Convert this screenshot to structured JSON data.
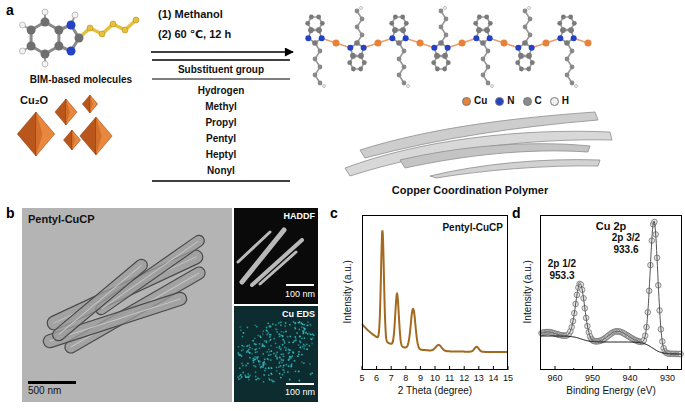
{
  "diagram": {
    "nodes": [
      {
        "text": [
          "BIM-based molecules"
        ]
      },
      {
        "text": [
          "Cu₂O"
        ]
      },
      {
        "text": [
          "Copper Coordination Polymer"
        ]
      },
      {
        "text": [
          "Pentyl-CuCP",
          "500 nm"
        ]
      },
      {
        "text": [
          "HADDF",
          "100 nm"
        ]
      },
      {
        "text": [
          "Cu EDS",
          "100 nm"
        ]
      },
      {
        "text": [
          "Pentyl-CuCP"
        ]
      },
      {
        "text": [
          "Cu 2p"
        ]
      }
    ],
    "edges": [
      {
        "from": 0,
        "to": 2,
        "arrow": "to"
      }
    ],
    "labels": [
      "a",
      "(1) Methanol",
      "(2) 60 ℃, 12 h",
      "Substituent group",
      "Hydrogen",
      "Methyl",
      "Propyl",
      "Pentyl",
      "Heptyl",
      "Nonyl",
      "b",
      "c",
      "Intensity (a.u.)",
      "5",
      "6",
      "7",
      "8",
      "9",
      "10",
      "11",
      "12",
      "13",
      "14",
      "15",
      "2 Theta (degree)",
      "d",
      "Intensity (a.u.)",
      "960",
      "950",
      "940",
      "930",
      "Binding Energy (eV)",
      "2p 1/2",
      "953.3",
      "2p 3/2",
      "933.6"
    ],
    "legend": [
      {
        "text": "Cu",
        "color": "#e8823a"
      },
      {
        "text": "N",
        "color": "#2442c8"
      },
      {
        "text": "C",
        "color": "#8a8a8a"
      },
      {
        "text": "H",
        "color": "#f0f0f0"
      }
    ]
  }
}
